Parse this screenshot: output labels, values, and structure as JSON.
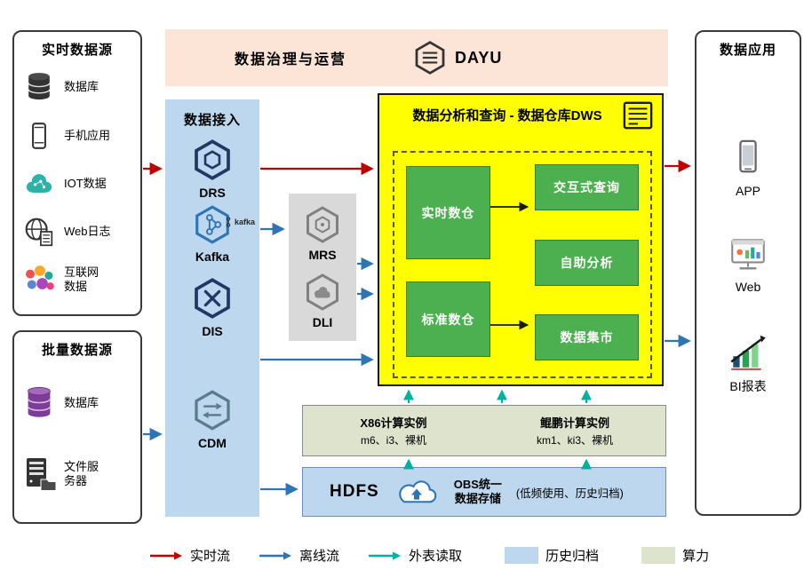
{
  "banner": {
    "title": "数据治理与运营",
    "logo": "DAYU"
  },
  "realtime_sources": {
    "title": "实时数据源",
    "items": [
      {
        "label": "数据库",
        "icon": "database-icon"
      },
      {
        "label": "手机应用",
        "icon": "phone-icon"
      },
      {
        "label": "IOT数据",
        "icon": "iot-icon"
      },
      {
        "label": "Web日志",
        "icon": "globe-icon"
      },
      {
        "label": "互联网数据",
        "icon": "internet-data-icon"
      }
    ]
  },
  "batch_sources": {
    "title": "批量数据源",
    "items": [
      {
        "label": "数据库",
        "icon": "batch-database-icon"
      },
      {
        "label": "文件服务器",
        "icon": "file-server-icon"
      }
    ]
  },
  "ingestion": {
    "title": "数据接入",
    "items": [
      {
        "label": "DRS"
      },
      {
        "label": "Kafka",
        "brand": "kafka"
      },
      {
        "label": "DIS"
      },
      {
        "label": "CDM"
      }
    ]
  },
  "processing": {
    "items": [
      {
        "label": "MRS"
      },
      {
        "label": "DLI"
      }
    ]
  },
  "warehouse": {
    "title": "数据分析和查询 - 数据仓库DWS",
    "left_modules": [
      {
        "label": "实时数仓"
      },
      {
        "label": "标准数仓"
      }
    ],
    "right_modules": [
      {
        "label": "交互式查询"
      },
      {
        "label": "自助分析"
      },
      {
        "label": "数据集市"
      }
    ]
  },
  "compute": {
    "x86_title": "X86计算实例",
    "x86_sub": "m6、i3、裸机",
    "kunpeng_title": "鲲鹏计算实例",
    "kunpeng_sub": "km1、ki3、裸机"
  },
  "storage": {
    "hdfs": "HDFS",
    "obs_line1": "OBS统一",
    "obs_line2": "数据存储",
    "note": "(低频使用、历史归档)"
  },
  "applications": {
    "title": "数据应用",
    "items": [
      {
        "label": "APP"
      },
      {
        "label": "Web"
      },
      {
        "label": "BI报表"
      }
    ]
  },
  "legend": {
    "items": [
      {
        "label": "实时流",
        "type": "arrow",
        "color": "#c00000"
      },
      {
        "label": "离线流",
        "type": "arrow",
        "color": "#2e75b6"
      },
      {
        "label": "外表读取",
        "type": "arrow",
        "color": "#00b0a0"
      },
      {
        "label": "历史归档",
        "type": "swatch",
        "color": "#bdd7ee"
      },
      {
        "label": "算力",
        "type": "swatch",
        "color": "#dde3cd"
      }
    ]
  },
  "colors": {
    "realtime_flow": "#c00000",
    "offline_flow": "#2e75b6",
    "external_read": "#00b0a0",
    "archive_bg": "#bdd7ee",
    "compute_bg": "#dde3cd",
    "warehouse_bg": "#ffff00",
    "module_green": "#4caf50",
    "ingestion_bg": "#bdd7ee",
    "processing_bg": "#d9d9d9",
    "banner_bg": "#fce4d6"
  }
}
